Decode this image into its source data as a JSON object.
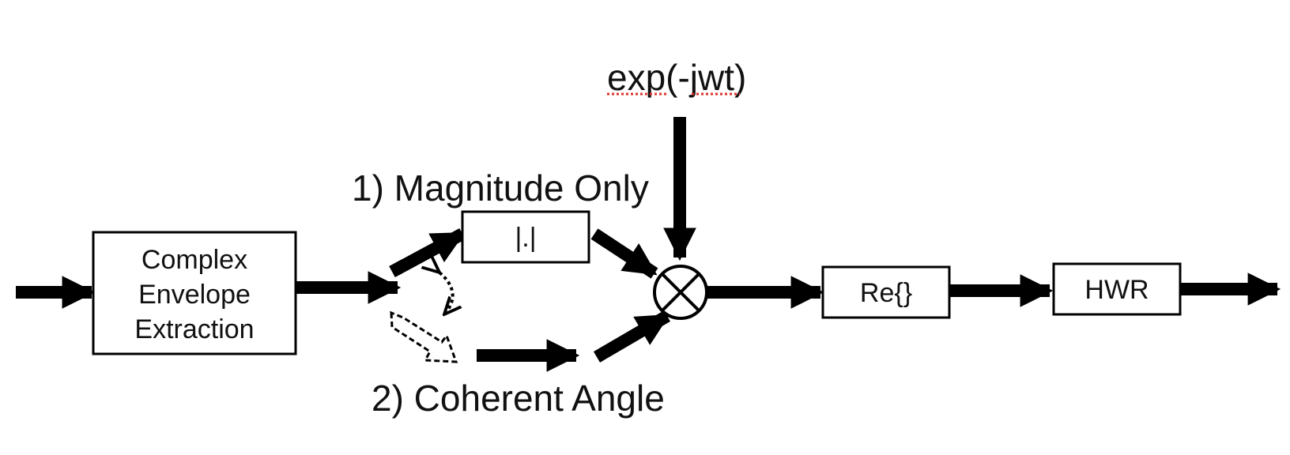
{
  "blocks": {
    "envelope": {
      "lines": [
        "Complex",
        "Envelope",
        "Extraction"
      ]
    },
    "magnitude": {
      "label": "|.|"
    },
    "real_part": {
      "label": "Re{}"
    },
    "hwr": {
      "label": "HWR"
    }
  },
  "paths": {
    "magnitude_label": "1) Magnitude Only",
    "angle_label": "2) Coherent Angle"
  },
  "carrier": {
    "label": "exp(-jwt)"
  },
  "colors": {
    "ink": "#000000",
    "spellcheck": "#e0302a"
  }
}
